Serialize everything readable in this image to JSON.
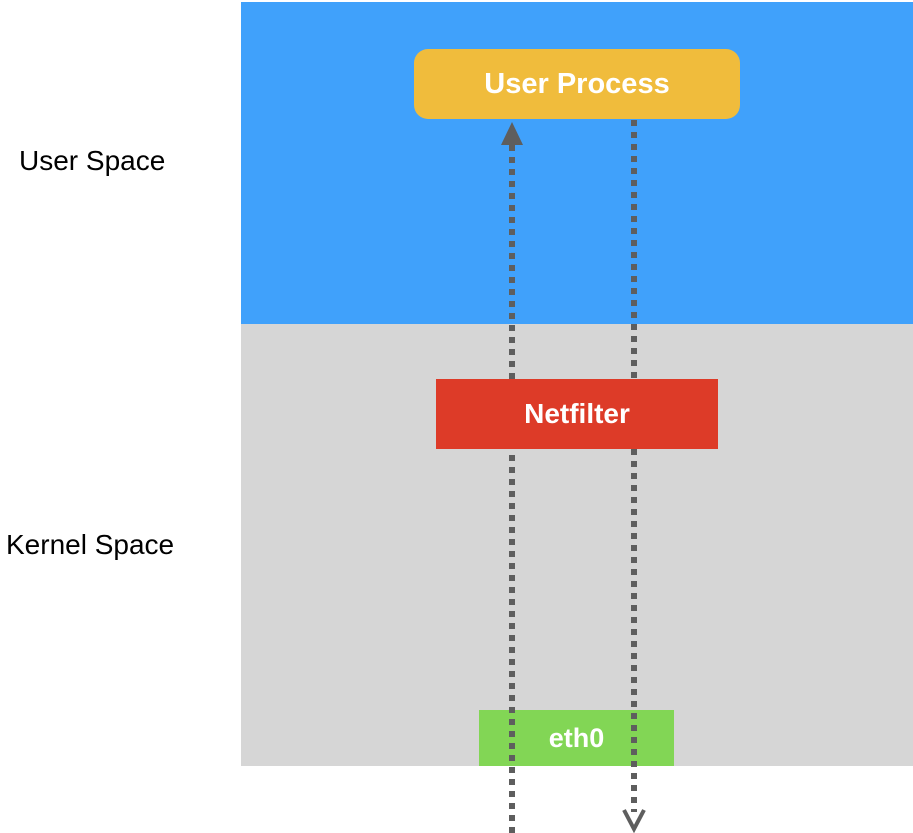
{
  "regions": {
    "user_space": {
      "label": "User Space",
      "color": "#40a1fb"
    },
    "kernel_space": {
      "label": "Kernel Space",
      "color": "#d6d6d6"
    }
  },
  "nodes": {
    "user_process": {
      "label": "User Process",
      "color": "#f0bc3c"
    },
    "netfilter": {
      "label": "Netfilter",
      "color": "#dd3b28"
    },
    "eth0": {
      "label": "eth0",
      "color": "#82d655"
    }
  },
  "flows": {
    "color": "#5e5e5e",
    "style": "dotted",
    "items": [
      {
        "id": "ingress",
        "direction": "up",
        "from": "eth0",
        "to": "user_process",
        "arrowhead": "filled"
      },
      {
        "id": "egress",
        "direction": "down",
        "from": "user_process",
        "to": "eth0",
        "arrowhead": "open"
      }
    ]
  }
}
